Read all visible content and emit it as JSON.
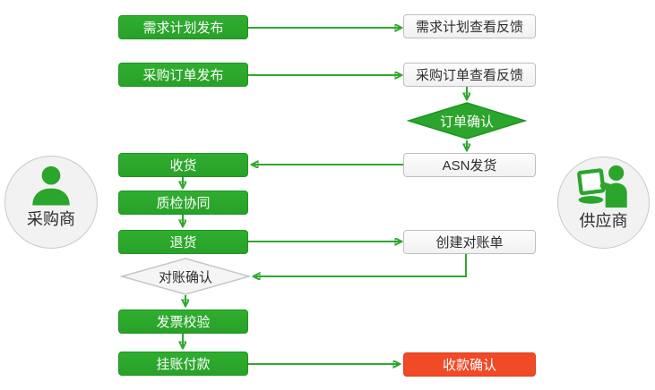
{
  "colors": {
    "process_green": "#2aa52a",
    "process_green_border": "#1d9520",
    "terminal_red": "#f04a27",
    "light_box_fill": "#f7f7f7",
    "light_box_border": "#bfbfbf",
    "arrow_green": "#2fa82f",
    "actor_circle_fill": "#f2f2f2",
    "actor_circle_border": "#c9c9c9",
    "dark_text": "#2d2d2d",
    "white_text": "#ffffff"
  },
  "actors": {
    "buyer": {
      "label": "采购商"
    },
    "supplier": {
      "label": "供应商"
    }
  },
  "nodes": {
    "demand_plan_publish": {
      "label": "需求计划发布"
    },
    "po_publish": {
      "label": "采购订单发布"
    },
    "receive_goods": {
      "label": "收货"
    },
    "quality_collab": {
      "label": "质检协同"
    },
    "return_goods": {
      "label": "退货"
    },
    "reconciliation_confirm": {
      "label": "对账确认"
    },
    "invoice_verify": {
      "label": "发票校验"
    },
    "book_payment": {
      "label": "挂账付款"
    },
    "demand_plan_feedback": {
      "label": "需求计划查看反馈"
    },
    "po_feedback": {
      "label": "采购订单查看反馈"
    },
    "order_confirm": {
      "label": "订单确认"
    },
    "asn_ship": {
      "label": "ASN发货"
    },
    "create_statement": {
      "label": "创建对账单"
    },
    "receipt_confirm": {
      "label": "收款确认"
    }
  },
  "edges": [
    {
      "from": "demand_plan_publish",
      "to": "demand_plan_feedback"
    },
    {
      "from": "po_publish",
      "to": "po_feedback"
    },
    {
      "from": "po_feedback",
      "to": "order_confirm"
    },
    {
      "from": "order_confirm",
      "to": "asn_ship"
    },
    {
      "from": "asn_ship",
      "to": "receive_goods"
    },
    {
      "from": "receive_goods",
      "to": "quality_collab"
    },
    {
      "from": "quality_collab",
      "to": "return_goods"
    },
    {
      "from": "return_goods",
      "to": "create_statement"
    },
    {
      "from": "create_statement",
      "to": "reconciliation_confirm"
    },
    {
      "from": "reconciliation_confirm",
      "to": "invoice_verify"
    },
    {
      "from": "invoice_verify",
      "to": "book_payment"
    },
    {
      "from": "book_payment",
      "to": "receipt_confirm"
    }
  ]
}
